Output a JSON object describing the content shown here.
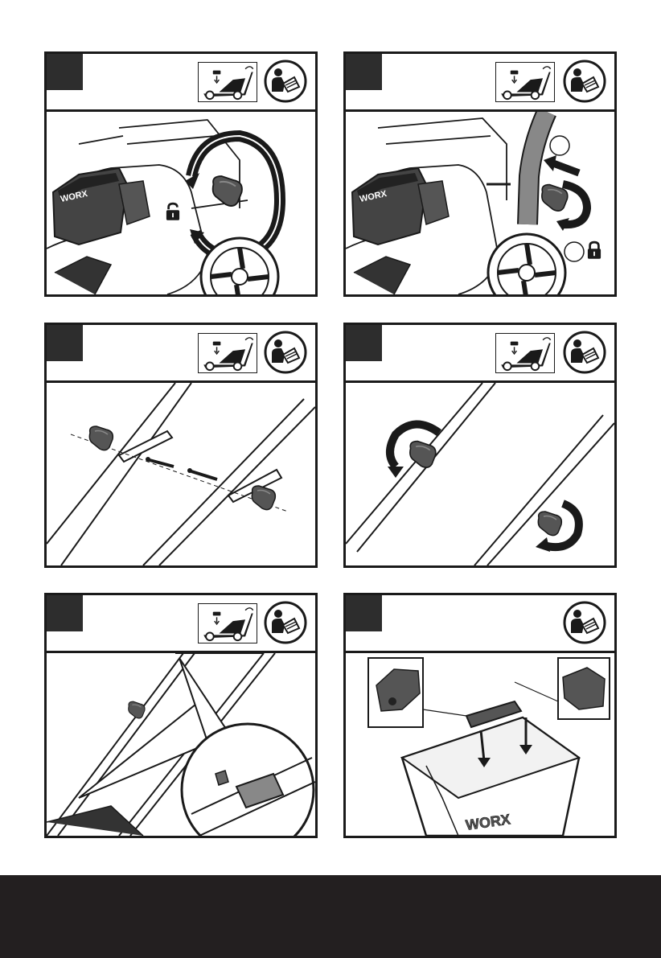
{
  "icons": {
    "mower": "mower-assembly-icon",
    "manual": "read-manual-icon",
    "unlock": "unlock-icon",
    "lock": "lock-icon",
    "rotate": "rotate-arrow-icon",
    "push": "push-arrow-icon",
    "down": "down-arrow-icon"
  },
  "brand": {
    "logo_text": "WORX"
  },
  "colors": {
    "ink": "#1a1a1a",
    "tab": "#2d2d2d",
    "footer": "#231f20",
    "paper": "#ffffff"
  },
  "panels": [
    {
      "id": "p1",
      "has_mower_icon": true
    },
    {
      "id": "p2",
      "has_mower_icon": true
    },
    {
      "id": "p3",
      "has_mower_icon": true
    },
    {
      "id": "p4",
      "has_mower_icon": true
    },
    {
      "id": "p5",
      "has_mower_icon": true
    },
    {
      "id": "p6",
      "has_mower_icon": false
    }
  ]
}
